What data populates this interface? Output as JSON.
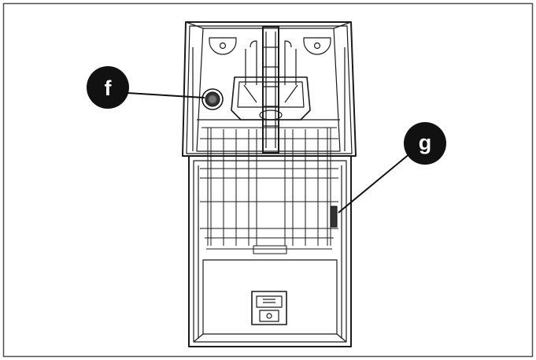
{
  "callouts": {
    "f": {
      "label": "f",
      "part": "rinse-aid-dispenser"
    },
    "g": {
      "label": "g",
      "part": "detergent-dispenser-on-door"
    }
  },
  "colors": {
    "line": "#1a1a1a",
    "callout_fill": "#111111",
    "callout_text": "#ffffff",
    "background": "#ffffff",
    "frame": "#4d4d4d"
  }
}
